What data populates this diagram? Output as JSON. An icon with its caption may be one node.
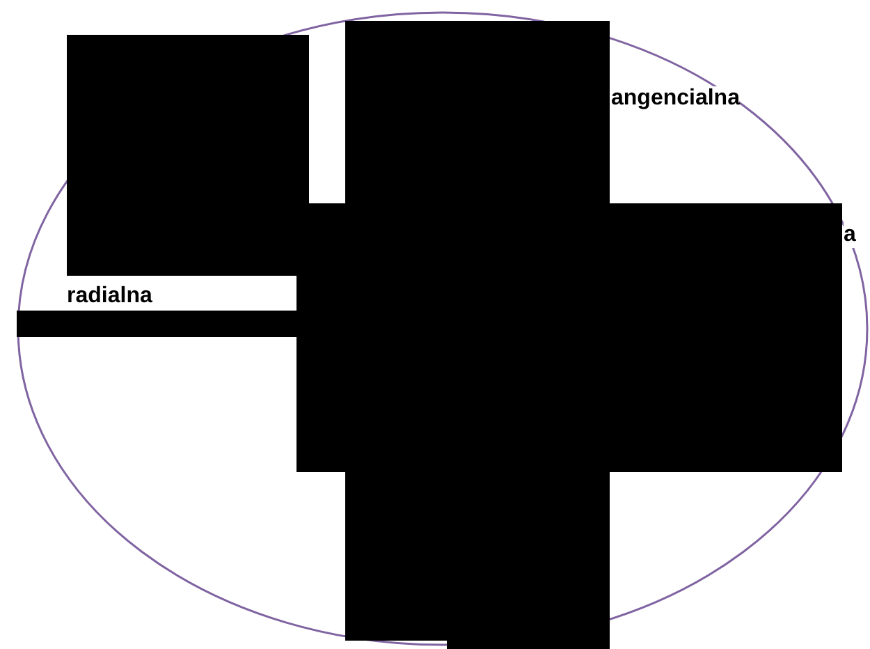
{
  "diagram": {
    "nodes": [
      {
        "text": [
          "angencialna",
          "a",
          "radialna"
        ]
      }
    ]
  }
}
